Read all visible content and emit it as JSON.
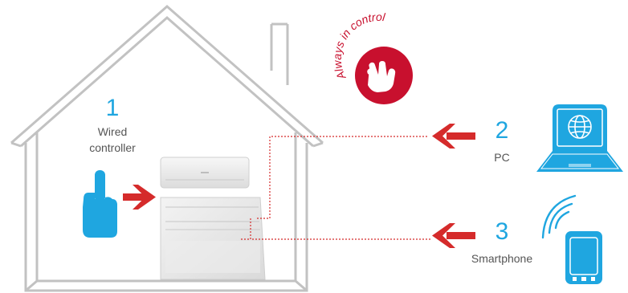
{
  "badge": {
    "text": "Always in control",
    "color": "#c8102e"
  },
  "items": [
    {
      "number": "1",
      "label_lines": [
        "Wired",
        "controller"
      ]
    },
    {
      "number": "2",
      "label": "PC"
    },
    {
      "number": "3",
      "label": "Smartphone"
    }
  ],
  "colors": {
    "accent_blue": "#1fa6e0",
    "arrow_red": "#d52b2b",
    "house_outline": "#c2c2c2",
    "text": "#555555"
  },
  "icons": [
    "house-outline",
    "finger-pointing-icon",
    "ac-indoor-unit",
    "floor-console-unit",
    "laptop-globe-icon",
    "smartphone-icon",
    "wifi-waves-icon",
    "hand-touch-icon",
    "right-arrow",
    "left-arrow"
  ]
}
